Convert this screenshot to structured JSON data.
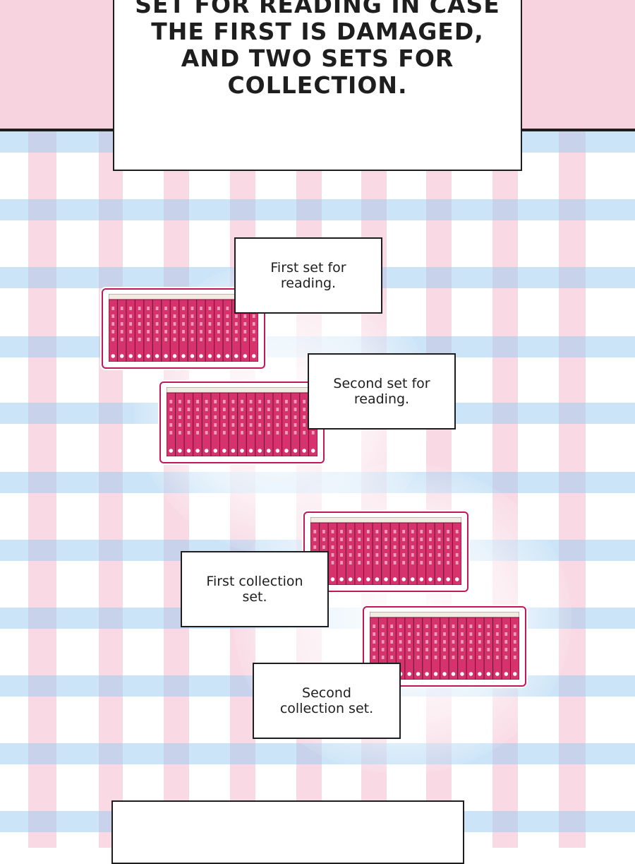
{
  "caption": {
    "main_text": "SET FOR READING IN CASE\nTHE FIRST IS DAMAGED,\nAND TWO SETS FOR\nCOLLECTION.",
    "bottom_text": ""
  },
  "labels": {
    "first_reading": "First set for\nreading.",
    "second_reading": "Second set for\nreading.",
    "first_collection": "First collection\nset.",
    "second_collection": "Second\ncollection set."
  },
  "colors": {
    "top_band": "#f6d3df",
    "pink_stripe": "#f0aac3",
    "blue_stripe": "#a0cdf0",
    "book_spine": "#d6336c",
    "book_outline": "#c2185b",
    "book_top": "#f2ebe3"
  },
  "books_per_set": 17
}
